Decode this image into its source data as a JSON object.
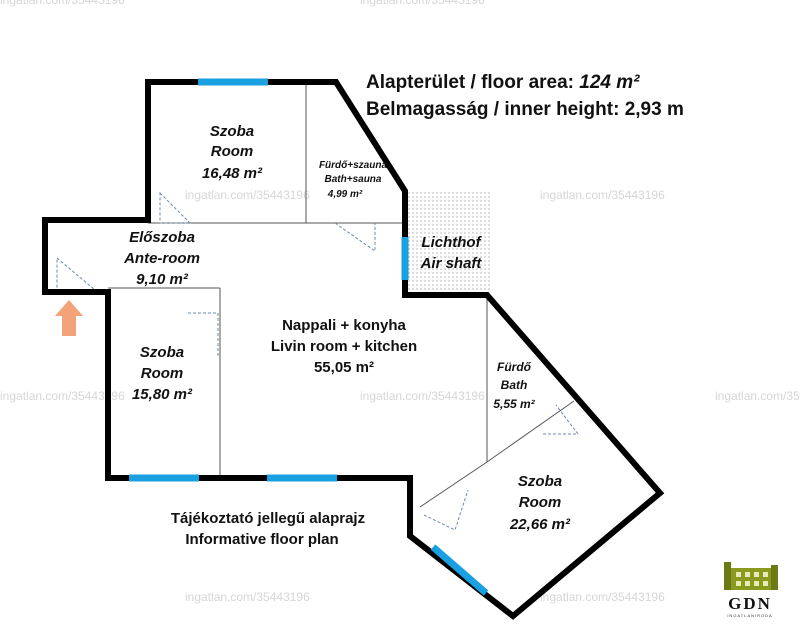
{
  "header": {
    "area_label": "Alapterület / floor area:",
    "area_value": "124 m²",
    "height_label": "Belmagasság / inner height:",
    "height_value": "2,93 m"
  },
  "rooms": {
    "room_top": {
      "hu": "Szoba",
      "en": "Room",
      "area": "16,48 m²"
    },
    "bath_sauna": {
      "hu": "Fürdő+szauna",
      "en": "Bath+sauna",
      "area": "4,99 m²"
    },
    "anteroom": {
      "hu": "Előszoba",
      "en": "Ante-room",
      "area": "9,10 m²"
    },
    "air_shaft": {
      "hu": "Lichthof",
      "en": "Air shaft"
    },
    "living": {
      "hu": "Nappali + konyha",
      "en": "Livin room + kitchen",
      "area": "55,05 m²"
    },
    "room_left": {
      "hu": "Szoba",
      "en": "Room",
      "area": "15,80 m²"
    },
    "bath": {
      "hu": "Fürdő",
      "en": "Bath",
      "area": "5,55 m²"
    },
    "room_right": {
      "hu": "Szoba",
      "en": "Room",
      "area": "22,66 m²"
    }
  },
  "footer": {
    "line1": "Tájékoztató jellegű alaprajz",
    "line2": "Informative floor plan"
  },
  "logo": {
    "text": "GDN",
    "sub": "INGATLANIRODA"
  },
  "watermark": "ingatlan.com/35443196",
  "colors": {
    "window": "#1a9fe0",
    "entrance_arrow": "#f4a27a",
    "wall": "#000000"
  },
  "icons": {
    "entrance": "up-arrow-icon"
  }
}
